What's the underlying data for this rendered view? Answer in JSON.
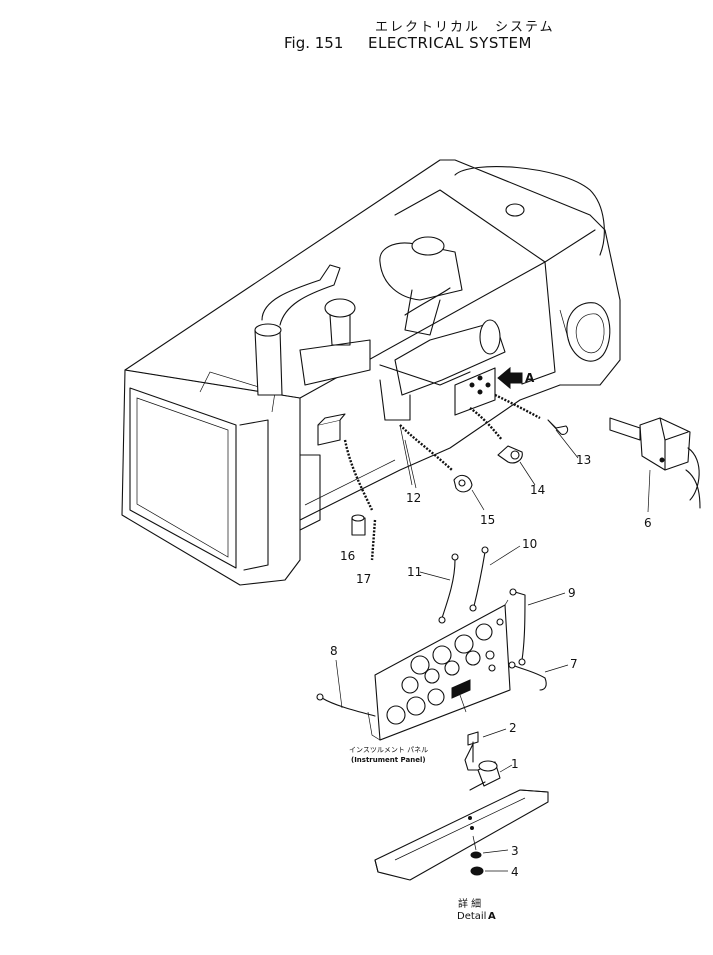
{
  "header": {
    "title_jp": "エレクトリカル　システム",
    "fig_number": "Fig. 151",
    "title_en": "ELECTRICAL SYSTEM"
  },
  "callouts": [
    "1",
    "2",
    "3",
    "4",
    "6",
    "7",
    "8",
    "9",
    "10",
    "11",
    "12",
    "13",
    "14",
    "15",
    "16",
    "17"
  ],
  "detail_arrow": {
    "label": "A"
  },
  "instrument_panel": {
    "label_jp": "インスツルメント パネル",
    "label_en": "(Instrument Panel)"
  },
  "detail_caption": {
    "label_jp": "詳 細",
    "label_en": "Detail",
    "letter": "A"
  }
}
